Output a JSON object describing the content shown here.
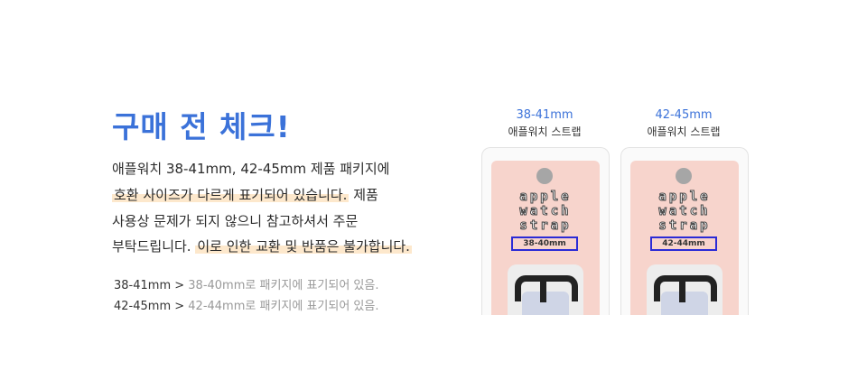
{
  "title": "구매 전 체크!",
  "paragraph": {
    "line1": "애플워치 38-41mm, 42-45mm 제품 패키지에",
    "line2_hl": "호환 사이즈가 다르게 표기되어 있습니다.",
    "line2_rest": " 제품",
    "line3": "사용상 문제가 되지 않으니 참고하셔서 주문",
    "line4_pre": "부탁드립니다. ",
    "line4_hl": "이로 인한 교환 및 반품은 불가합니다."
  },
  "notes": [
    {
      "size": "38-41mm",
      "arrow": " > ",
      "gray": "38-40mm",
      "rest": "로 패키지에 표기되어 있음."
    },
    {
      "size": "42-45mm",
      "arrow": " > ",
      "gray": "42-44mm",
      "rest": "로 패키지에 표기되어 있음."
    }
  ],
  "packages": [
    {
      "size": "38-41mm",
      "name": "애플워치 스트랩",
      "logo": [
        "apple",
        "watch",
        "strap"
      ],
      "tag": "38-40mm"
    },
    {
      "size": "42-45mm",
      "name": "애플워치 스트랩",
      "logo": [
        "apple",
        "watch",
        "strap"
      ],
      "tag": "42-44mm"
    }
  ],
  "colors": {
    "accent": "#3b72d9",
    "highlight": "#fde8cc",
    "card": "#f7d4cc",
    "box": "#2b2bd6"
  }
}
